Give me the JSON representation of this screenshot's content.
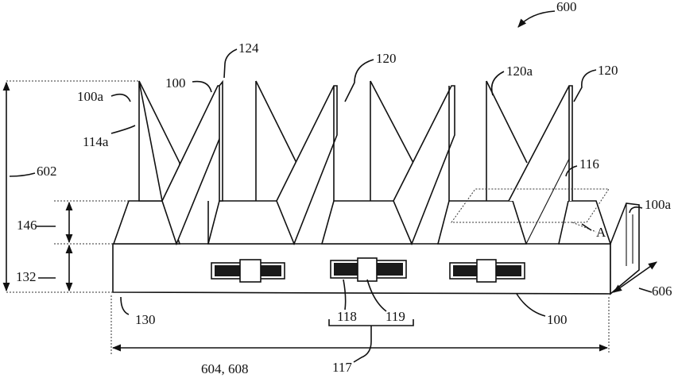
{
  "figure": {
    "ref_600": "600",
    "labels": {
      "l124": "124",
      "l120_mid": "120",
      "l120a": "120a",
      "l120_right": "120",
      "l100_top": "100",
      "l100a_left": "100a",
      "l114a": "114a",
      "l602": "602",
      "l116": "116",
      "l100a_right": "100a",
      "l146": "146",
      "lA": "A",
      "l132": "132",
      "l606": "606",
      "l130": "130",
      "l118": "118",
      "l119": "119",
      "l100_bottom": "100",
      "l604_608": "604, 608",
      "l117": "117"
    }
  }
}
